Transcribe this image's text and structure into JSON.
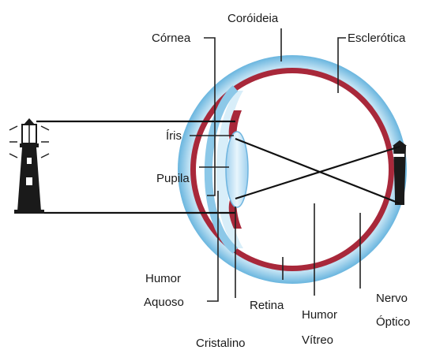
{
  "labels": {
    "coroidea": "Coróideia",
    "cornea": "Córnea",
    "esclerotica": "Esclerótica",
    "iris": "Íris",
    "pupila": "Pupila",
    "humor_aquoso_1": "Humor",
    "humor_aquoso_2": "Aquoso",
    "retina": "Retina",
    "humor_vitreo_1": "Humor",
    "humor_vitreo_2": "Vítreo",
    "nervo_optico_1": "Nervo",
    "nervo_optico_2": "Óptico",
    "cristalino": "Cristalino"
  },
  "colors": {
    "sclera": "#3a9bd0",
    "sclera_light": "#8cc8e8",
    "choroid": "#a8283a",
    "vitreous": "#ffffff",
    "nerve": "#c8202a",
    "lighthouse": "#1a1a1a",
    "rays": "#111111"
  }
}
